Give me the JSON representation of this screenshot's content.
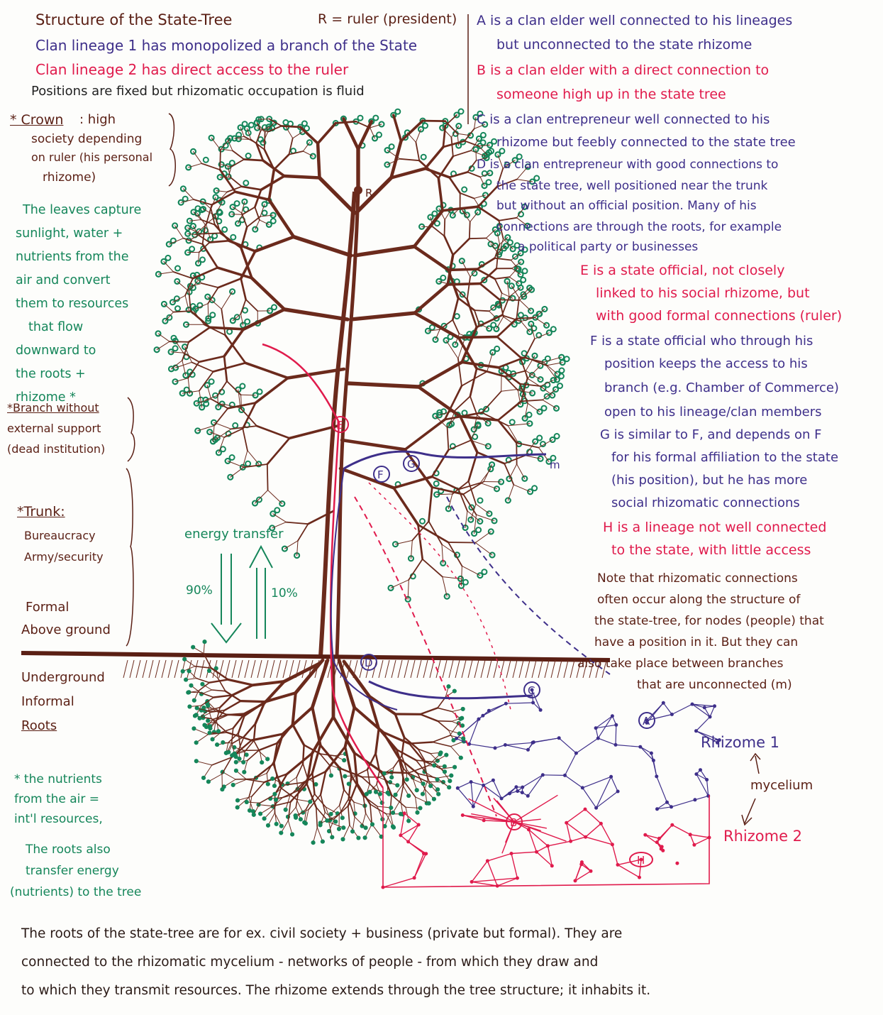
{
  "header": {
    "title": "Structure of the State-Tree",
    "ruler_note": "R = ruler (president)",
    "line_clan1": "Clan lineage 1 has monopolized a branch of the State",
    "line_clan2": "Clan lineage 2 has direct access to the ruler",
    "line_positions": "Positions are fixed but rhizomatic occupation is fluid"
  },
  "legend": [
    {
      "text": "A is a clan elder well connected to his lineages"
    },
    {
      "text": "but unconnected to the state rhizome"
    },
    {
      "text": "B is a clan elder with a direct connection to"
    },
    {
      "text": "someone high up in the state tree"
    },
    {
      "text": "C is a clan entrepreneur well connected to his"
    },
    {
      "text": "rhizome but feebly connected to the state tree"
    },
    {
      "text": "D is a clan entrepreneur with good connections to"
    },
    {
      "text": "the state tree, well positioned near the trunk"
    },
    {
      "text": "but without an official position. Many of his"
    },
    {
      "text": "connections are through the roots, for example"
    },
    {
      "text": "a political party or businesses"
    },
    {
      "text": "E is a state official, not closely"
    },
    {
      "text": "linked to his social rhizome, but"
    },
    {
      "text": "with good formal connections (ruler)"
    },
    {
      "text": "F is a state official who through his"
    },
    {
      "text": "position keeps the access to his"
    },
    {
      "text": "branch (e.g. Chamber of Commerce)"
    },
    {
      "text": "open to his lineage/clan members"
    },
    {
      "text": "G is similar to F, and depends on F"
    },
    {
      "text": "for his formal affiliation to the state"
    },
    {
      "text": "(his position), but he has more"
    },
    {
      "text": "social rhizomatic connections"
    },
    {
      "text": "H is a lineage not well connected"
    },
    {
      "text": "to the state, with little access"
    }
  ],
  "note": [
    "Note that rhizomatic connections",
    "often occur along the structure of",
    "the state-tree, for nodes (people) that",
    "have a position in it. But they can",
    "also take place between branches",
    "that are unconnected (m)"
  ],
  "left": {
    "crown_title": "* Crown",
    "crown_lines": [
      ": high",
      "society depending",
      "on ruler (his personal",
      "rhizome)"
    ],
    "leaves_lines": [
      "The leaves capture",
      "sunlight, water +",
      "nutrients from the",
      "air and convert",
      "them to resources",
      "that flow",
      "downward to",
      "the roots +",
      "rhizome *"
    ],
    "branch_lines": [
      "*Branch without",
      "external support",
      "(dead institution)"
    ],
    "trunk_title": "*Trunk:",
    "trunk_lines": [
      "Bureaucracy",
      "Army/security"
    ],
    "formal_lines": [
      "Formal",
      "Above ground"
    ],
    "under_lines": [
      "Underground",
      "Informal",
      "Roots"
    ],
    "nutrients_lines": [
      "* the nutrients",
      "from the air =",
      "int'l resources,"
    ],
    "roots_lines": [
      "The roots also",
      "transfer energy",
      "(nutrients) to the tree"
    ]
  },
  "energy": {
    "label": "energy transfer",
    "down_pct": "90%",
    "up_pct": "10%"
  },
  "nodes": {
    "R": "R",
    "A": "A",
    "B": "B",
    "C": "C",
    "D": "D",
    "E": "E",
    "F": "F",
    "G": "G",
    "H": "H",
    "m": "m"
  },
  "rhizome": {
    "r1": "Rhizome 1",
    "mycelium": "mycelium",
    "r2": "Rhizome 2"
  },
  "footer": [
    "The roots of the state-tree are for ex. civil society + business (private but formal). They are",
    "connected to the rhizomatic mycelium - networks of people - from which they draw and",
    "to which they transmit resources. The rhizome extends through the tree structure; it inhabits it."
  ],
  "colors": {
    "brown": "#5a1f14",
    "blue": "#3e2f8a",
    "red": "#e01b4c",
    "green": "#15865a"
  }
}
